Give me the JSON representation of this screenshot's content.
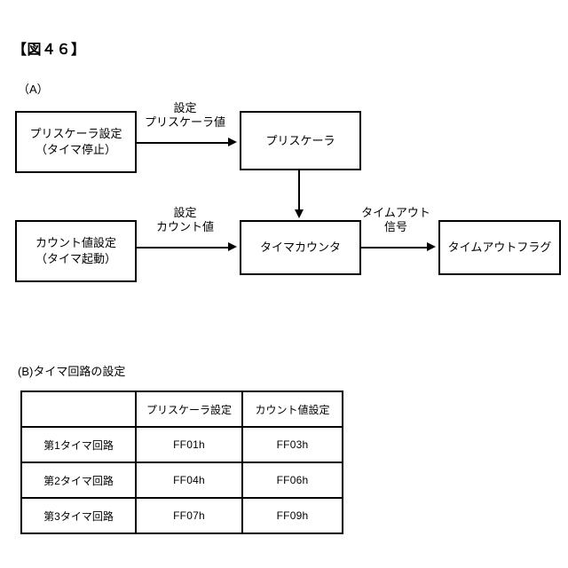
{
  "figure": {
    "title": "【図４６】",
    "section_a_label": "（A）",
    "section_b_label": "(B)タイマ回路の設定"
  },
  "diagram": {
    "nodes": [
      {
        "id": "prescaler-set",
        "line1": "プリスケーラ設定",
        "line2": "（タイマ停止）"
      },
      {
        "id": "prescaler",
        "line1": "プリスケーラ",
        "line2": ""
      },
      {
        "id": "count-set",
        "line1": "カウント値設定",
        "line2": "（タイマ起動）"
      },
      {
        "id": "timer-counter",
        "line1": "タイマカウンタ",
        "line2": ""
      },
      {
        "id": "timeout-flag",
        "line1": "タイムアウトフラグ",
        "line2": ""
      }
    ],
    "edge_labels": [
      {
        "id": "prescaler-value",
        "line1": "設定",
        "line2": "プリスケーラ値"
      },
      {
        "id": "count-value",
        "line1": "設定",
        "line2": "カウント値"
      },
      {
        "id": "timeout-signal",
        "line1": "タイムアウト",
        "line2": "信号"
      }
    ]
  },
  "table": {
    "headers": [
      "",
      "プリスケーラ設定",
      "カウント値設定"
    ],
    "rows": [
      {
        "name": "第1タイマ回路",
        "prescaler": "FF01h",
        "count": "FF03h"
      },
      {
        "name": "第2タイマ回路",
        "prescaler": "FF04h",
        "count": "FF06h"
      },
      {
        "name": "第3タイマ回路",
        "prescaler": "FF07h",
        "count": "FF09h"
      }
    ]
  },
  "colors": {
    "ink": "#000000",
    "paper": "#ffffff"
  }
}
